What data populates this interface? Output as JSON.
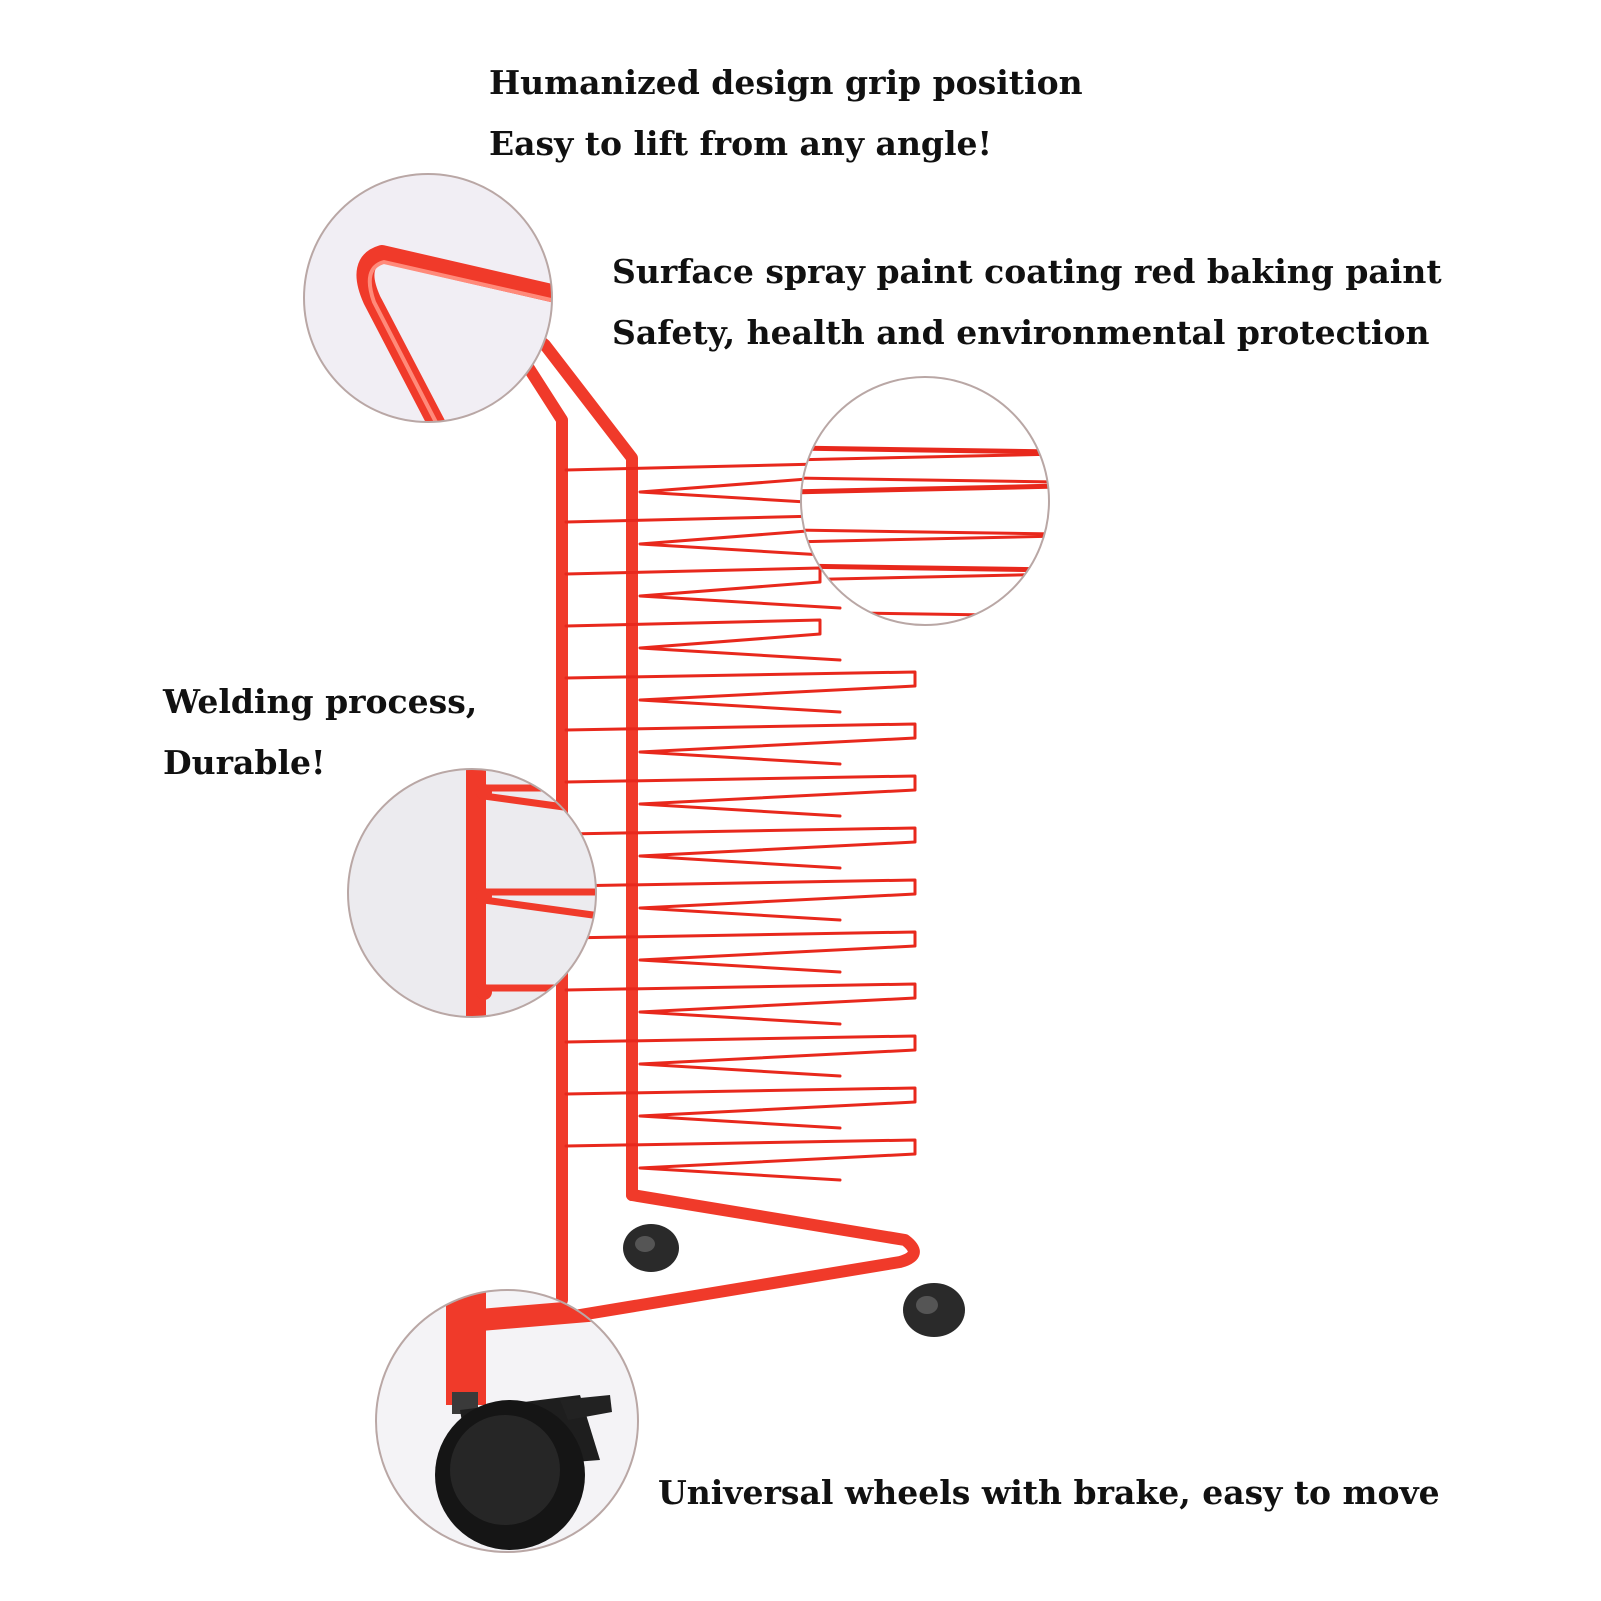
{
  "captions": {
    "grip": {
      "line1": "Humanized design grip position",
      "line2": "Easy to lift from any angle!"
    },
    "paint": {
      "line1": "Surface spray paint coating red baking paint",
      "line2": "Safety, health and environmental protection"
    },
    "weld": {
      "line1": "Welding process,",
      "line2": "Durable!"
    },
    "wheels": {
      "line1": "Universal wheels with brake, easy to move"
    }
  },
  "colors": {
    "frame_red": "#f03a2a",
    "wire_red": "#e8281c",
    "wheel_black": "#2a2a2a",
    "lens_bg": "#eeeaf0",
    "lens_border": "#b9a7a5"
  }
}
